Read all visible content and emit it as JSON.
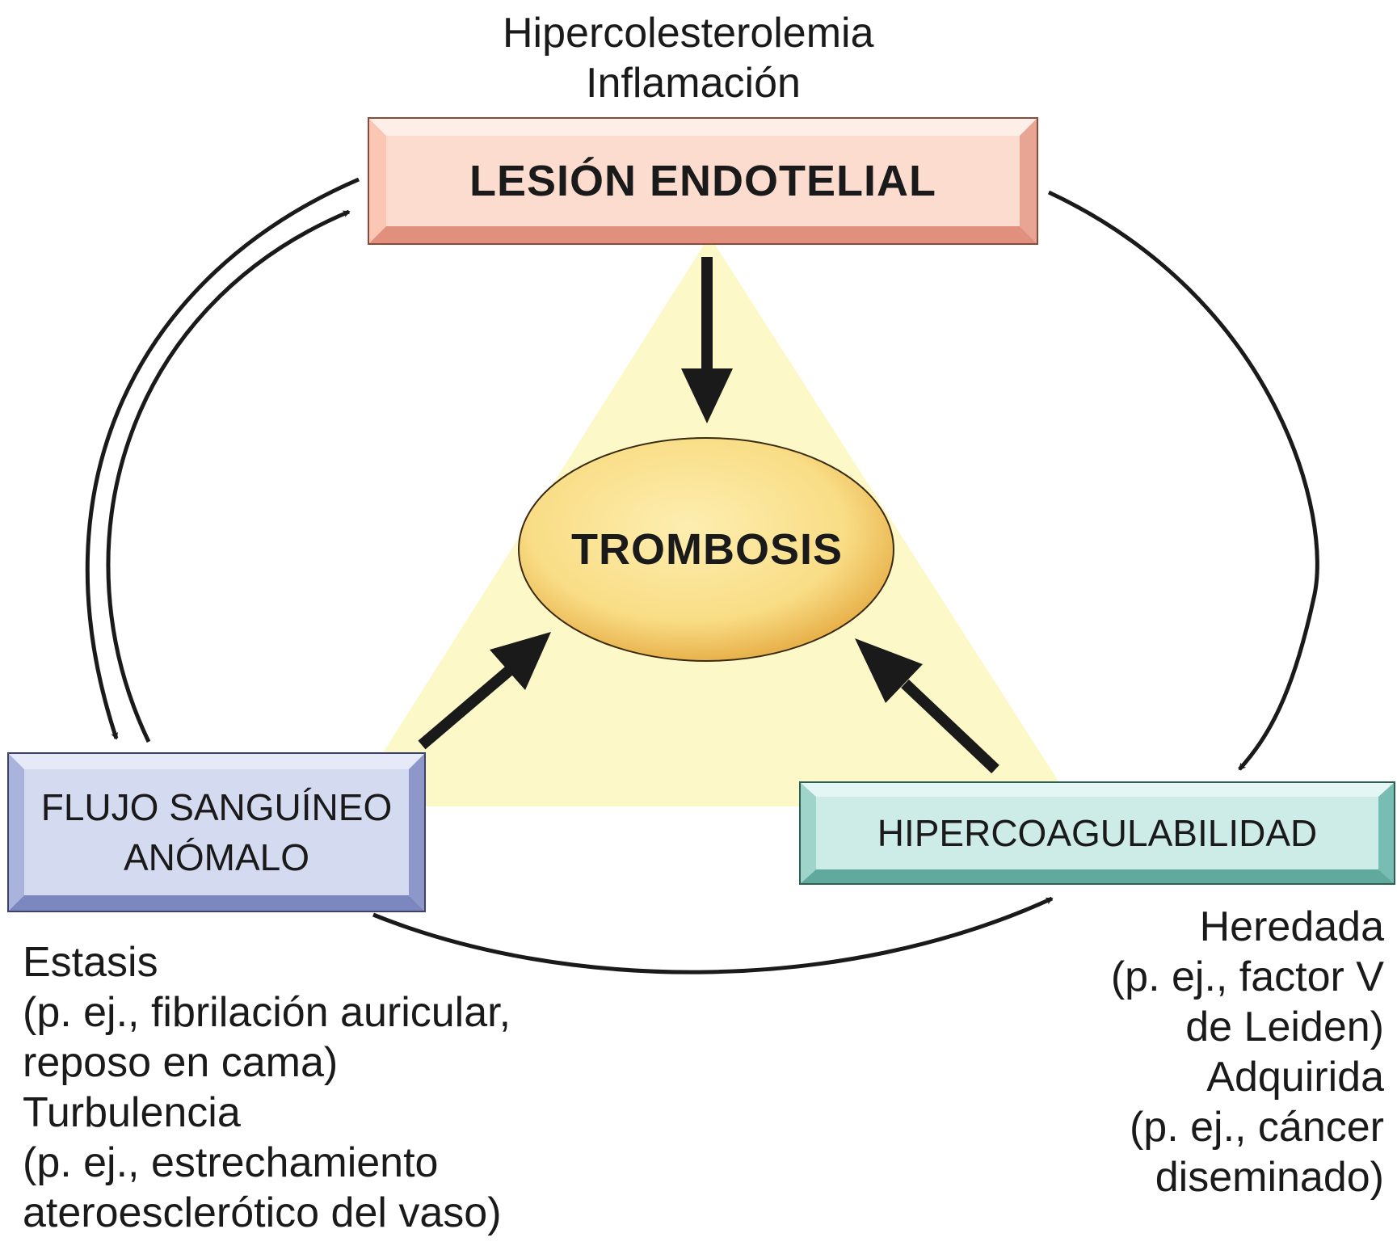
{
  "top_notes": {
    "line1": "Hipercolesterolemia",
    "line2": "Inflamación"
  },
  "endothelial_box": {
    "label": "LESIÓN ENDOTELIAL",
    "fill": "#fcdccf",
    "bevel_light": "#fdeee7",
    "bevel_dark": "#e0907c"
  },
  "thrombosis": {
    "label": "TROMBOSIS",
    "fill_center": "#fdeeb0",
    "fill_edge": "#e8b24c"
  },
  "flow_box": {
    "line1": "FLUJO SANGUÍNEO",
    "line2": "ANÓMALO",
    "fill": "#d4daf0",
    "bevel_light": "#e6eaf8",
    "bevel_dark": "#7d87bf"
  },
  "hypercoag_box": {
    "label": "HIPERCOAGULABILIDAD",
    "fill": "#cdece8",
    "bevel_light": "#e4f6f3",
    "bevel_dark": "#5faa9d"
  },
  "triangle_color": "#fdf8c8",
  "arrow_color": "#1a1a1a",
  "left_notes": {
    "line1": "Estasis",
    "line2": "(p. ej., fibrilación auricular,",
    "line3": "reposo en cama)",
    "line4": "Turbulencia",
    "line5": "(p. ej., estrechamiento",
    "line6": "ateroesclerótico del vaso)"
  },
  "right_notes": {
    "line1": "Heredada",
    "line2": "(p. ej., factor V",
    "line3": "de Leiden)",
    "line4": "Adquirida",
    "line5": "(p. ej., cáncer",
    "line6": "diseminado)"
  }
}
